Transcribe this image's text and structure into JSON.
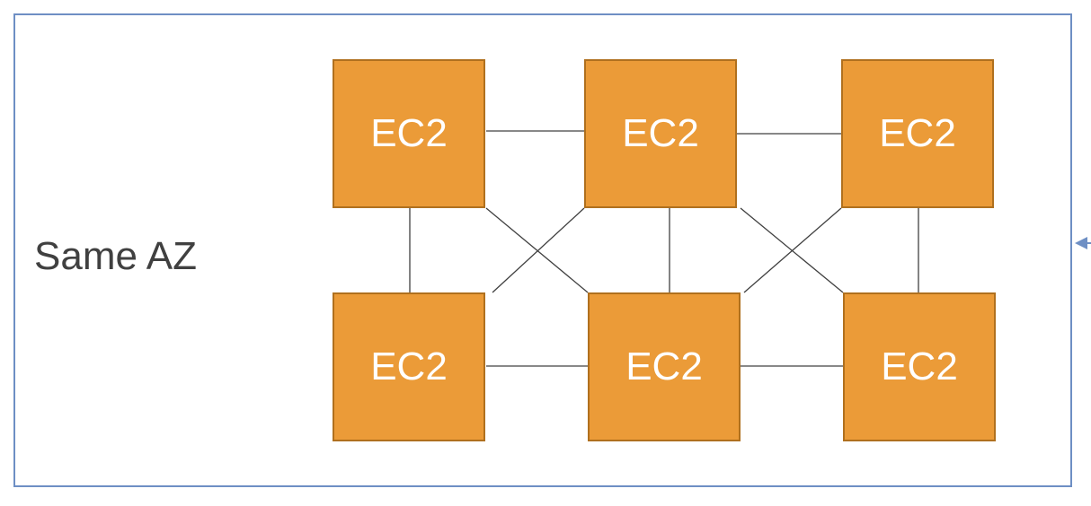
{
  "group": {
    "label": "Same AZ"
  },
  "nodes": [
    {
      "id": "top-1",
      "label": "EC2"
    },
    {
      "id": "top-2",
      "label": "EC2"
    },
    {
      "id": "top-3",
      "label": "EC2"
    },
    {
      "id": "bot-1",
      "label": "EC2"
    },
    {
      "id": "bot-2",
      "label": "EC2"
    },
    {
      "id": "bot-3",
      "label": "EC2"
    }
  ],
  "connections": [
    [
      "top-1",
      "top-2"
    ],
    [
      "top-2",
      "top-3"
    ],
    [
      "bot-1",
      "bot-2"
    ],
    [
      "bot-2",
      "bot-3"
    ],
    [
      "top-1",
      "bot-1"
    ],
    [
      "top-2",
      "bot-2"
    ],
    [
      "top-3",
      "bot-3"
    ],
    [
      "top-1",
      "bot-2"
    ],
    [
      "top-2",
      "bot-1"
    ],
    [
      "top-2",
      "bot-3"
    ],
    [
      "top-3",
      "bot-2"
    ]
  ],
  "colors": {
    "node_fill": "#eb9b38",
    "node_border": "#b0701e",
    "node_text": "#ffffff",
    "group_border": "#6e8fc4",
    "line": "#404040"
  },
  "icons": {
    "external_arrow": "arrow-left-icon"
  }
}
